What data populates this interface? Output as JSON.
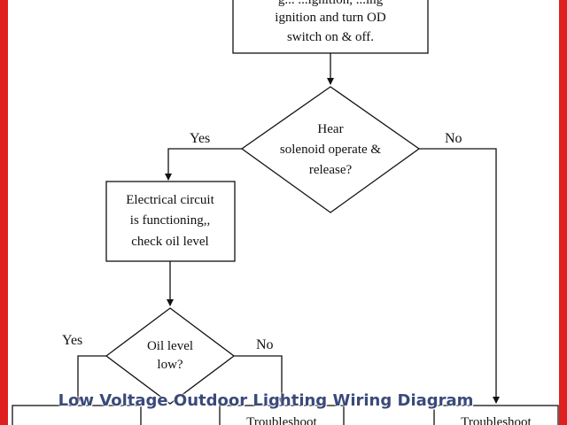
{
  "nodes": {
    "top_box": {
      "line1": "g... ...ignition, ...ing",
      "line2": "ignition and turn OD",
      "line3": "switch on & off."
    },
    "decision_solenoid": {
      "line1": "Hear",
      "line2": "solenoid operate &",
      "line3": "release?"
    },
    "electrical_box": {
      "line1": "Electrical circuit",
      "line2": "is functioning,,",
      "line3": "check oil level"
    },
    "decision_oil": {
      "line1": "Oil level",
      "line2": "low?"
    },
    "troubleshoot_mid": {
      "line1": "Troubleshoot"
    },
    "troubleshoot_right": {
      "line1": "Troubleshoot"
    }
  },
  "edges": {
    "solenoid_yes": "Yes",
    "solenoid_no": "No",
    "oil_yes": "Yes",
    "oil_no": "No"
  },
  "watermark": "Low Voltage Outdoor Lighting Wiring Diagram",
  "colors": {
    "frame": "#e02020",
    "watermark": "#3a4a7a"
  }
}
